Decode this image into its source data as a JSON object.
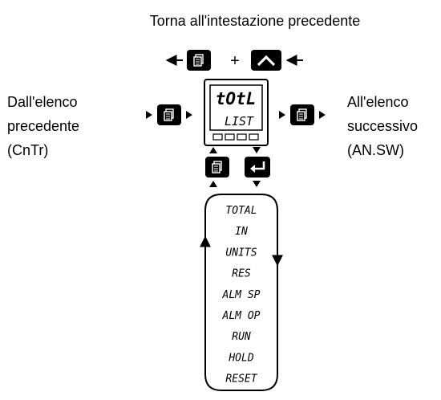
{
  "header": {
    "return_label": "Torna all'intestazione precedente",
    "plus_symbol": "+"
  },
  "left_note": {
    "line1": "Dall'elenco",
    "line2": "precedente",
    "line3": "(CnTr)"
  },
  "right_note": {
    "line1": "All'elenco",
    "line2": "successivo",
    "line3": "(AN.SW)"
  },
  "display": {
    "upper": "tOtL",
    "lower": "LIST"
  },
  "parameter_list": [
    "TOTAL",
    "IN",
    "UNITS",
    "RES",
    "ALM SP",
    "ALM OP",
    "RUN",
    "HOLD",
    "RESET"
  ],
  "icons": {
    "page_key": "page-icon",
    "raise_key": "up-chevron-icon",
    "enter_key": "enter-icon"
  }
}
